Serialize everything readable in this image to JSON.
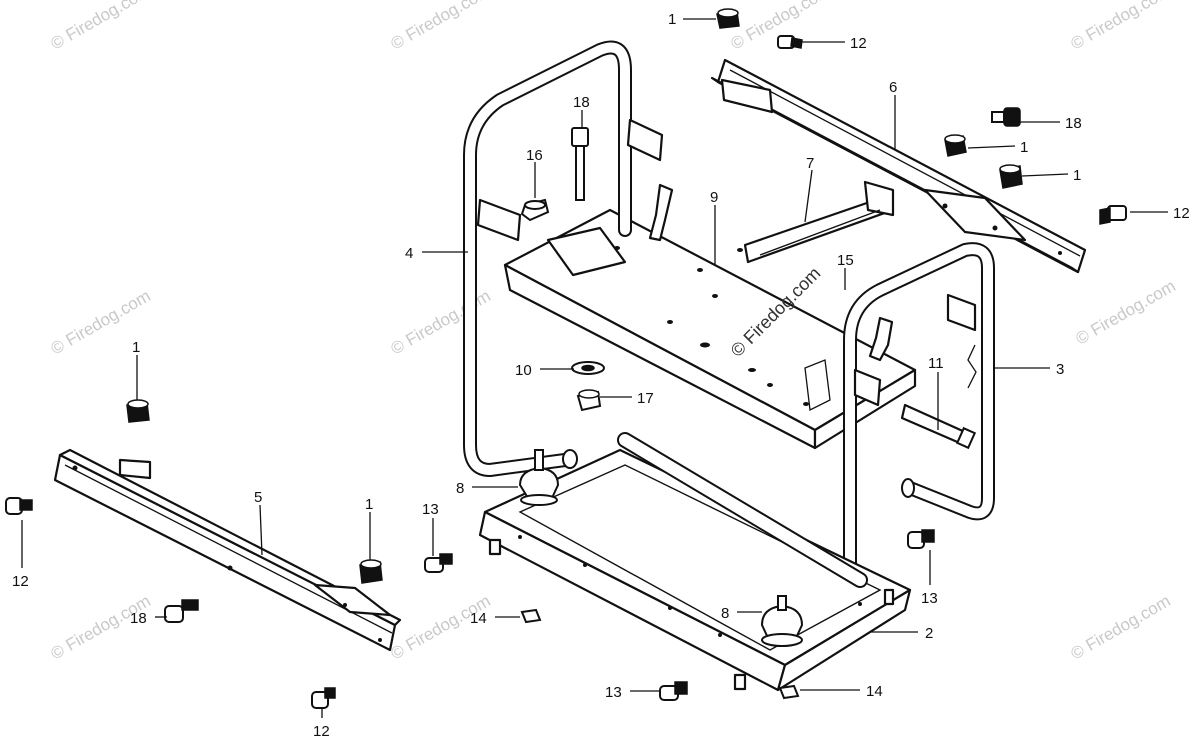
{
  "watermark": {
    "text": "© Firedog.com"
  },
  "callouts": [
    {
      "id": "1-top",
      "label": "1"
    },
    {
      "id": "12-top",
      "label": "12"
    },
    {
      "id": "6",
      "label": "6"
    },
    {
      "id": "18-right",
      "label": "18"
    },
    {
      "id": "1-right-a",
      "label": "1"
    },
    {
      "id": "1-right-b",
      "label": "1"
    },
    {
      "id": "12-right",
      "label": "12"
    },
    {
      "id": "18-center",
      "label": "18"
    },
    {
      "id": "16",
      "label": "16"
    },
    {
      "id": "7",
      "label": "7"
    },
    {
      "id": "9",
      "label": "9"
    },
    {
      "id": "4",
      "label": "4"
    },
    {
      "id": "15",
      "label": "15"
    },
    {
      "id": "3",
      "label": "3"
    },
    {
      "id": "10",
      "label": "10"
    },
    {
      "id": "17",
      "label": "17"
    },
    {
      "id": "11",
      "label": "11"
    },
    {
      "id": "1-left",
      "label": "1"
    },
    {
      "id": "8-left",
      "label": "8"
    },
    {
      "id": "5",
      "label": "5"
    },
    {
      "id": "12-left",
      "label": "12"
    },
    {
      "id": "1-bottom",
      "label": "1"
    },
    {
      "id": "13-left",
      "label": "13"
    },
    {
      "id": "13-right",
      "label": "13"
    },
    {
      "id": "18-left",
      "label": "18"
    },
    {
      "id": "14-left",
      "label": "14"
    },
    {
      "id": "8-right",
      "label": "8"
    },
    {
      "id": "2",
      "label": "2"
    },
    {
      "id": "13-bottom",
      "label": "13"
    },
    {
      "id": "14-bottom",
      "label": "14"
    },
    {
      "id": "12-bottom",
      "label": "12"
    }
  ]
}
